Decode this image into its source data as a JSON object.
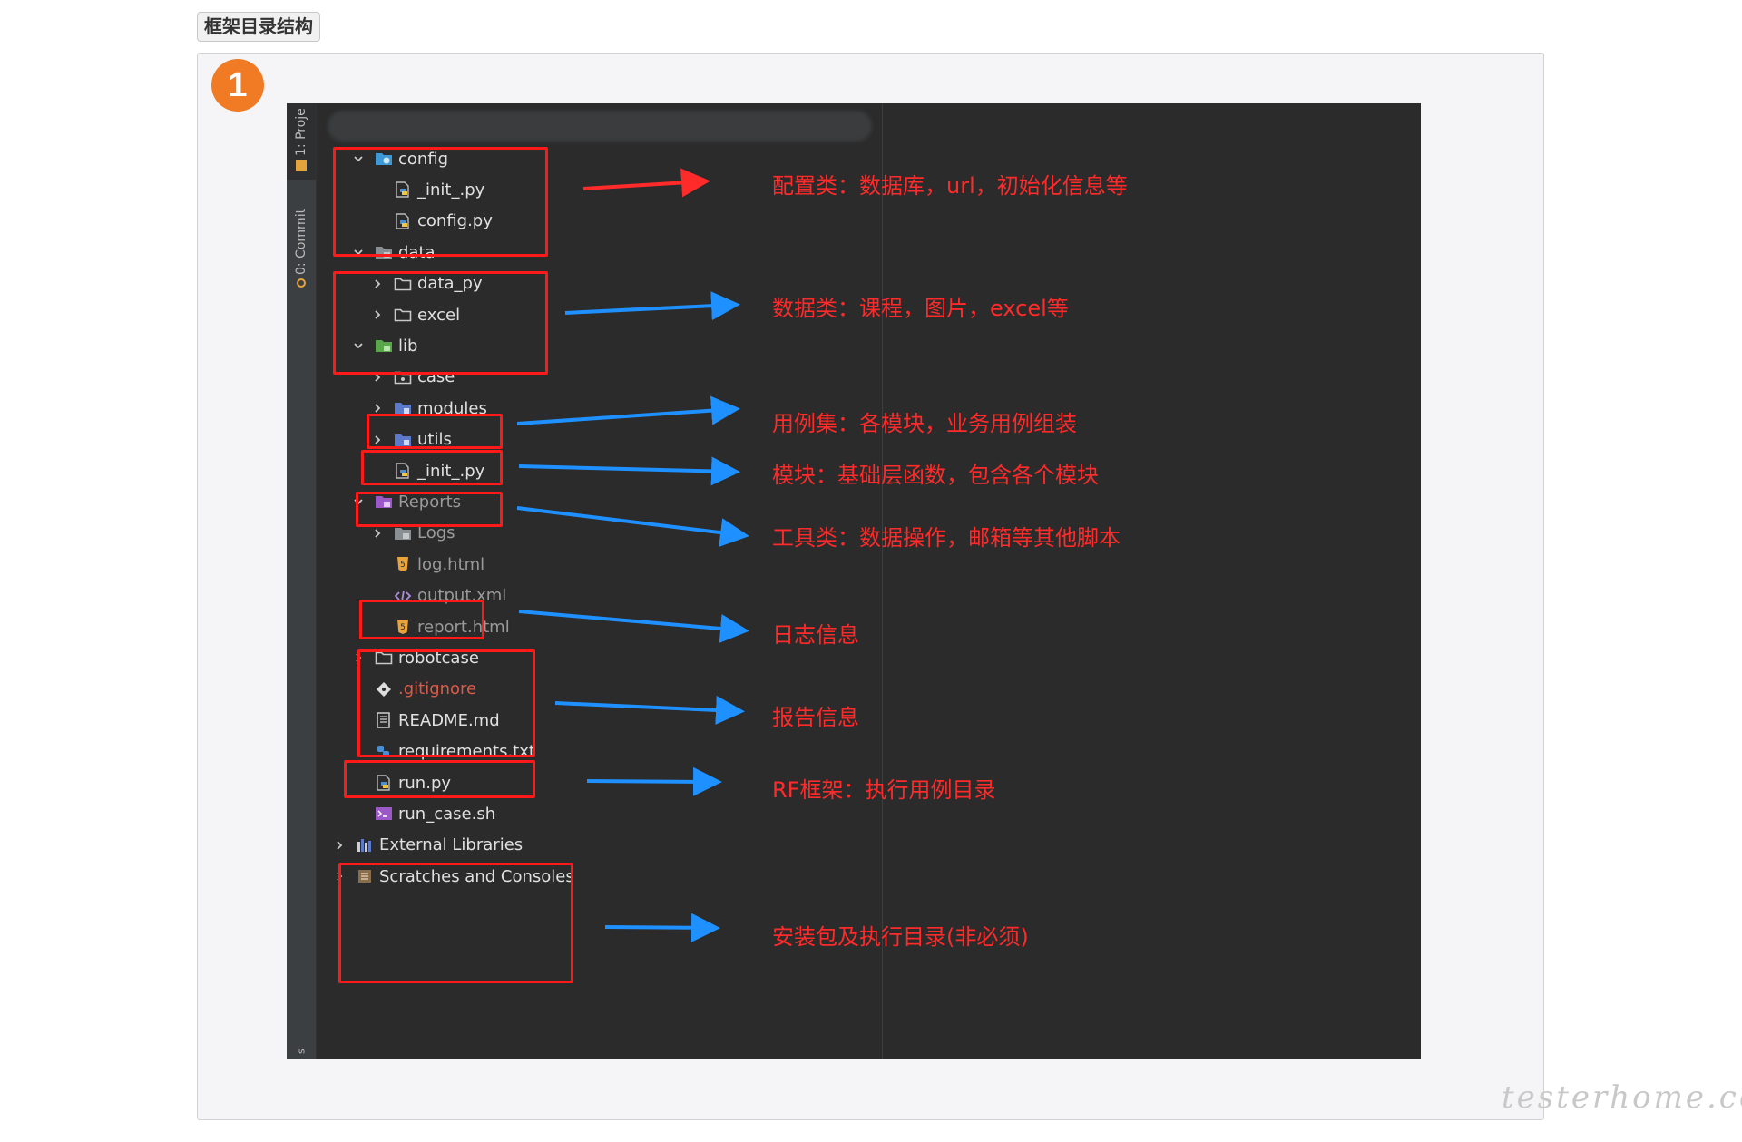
{
  "header": {
    "tag_label": "框架目录结构"
  },
  "badge": {
    "number": "1"
  },
  "ide": {
    "side_tabs": {
      "project": "1: Proje",
      "commit": "0: Commit",
      "bottom": "s"
    },
    "tree": [
      {
        "label": "config",
        "chevron": "down",
        "icon": "folder-config",
        "indent": 0
      },
      {
        "label": "_init_.py",
        "chevron": "none",
        "icon": "python-file",
        "indent": 1
      },
      {
        "label": "config.py",
        "chevron": "none",
        "icon": "python-file",
        "indent": 1
      },
      {
        "label": "data",
        "chevron": "down",
        "icon": "folder-gray",
        "indent": 0
      },
      {
        "label": "data_py",
        "chevron": "right",
        "icon": "folder",
        "indent": 1
      },
      {
        "label": "excel",
        "chevron": "right",
        "icon": "folder",
        "indent": 1
      },
      {
        "label": "lib",
        "chevron": "down",
        "icon": "folder-green",
        "indent": 0
      },
      {
        "label": "case",
        "chevron": "right",
        "icon": "folder-package",
        "indent": 1
      },
      {
        "label": "modules",
        "chevron": "right",
        "icon": "folder-blue",
        "indent": 1
      },
      {
        "label": "utils",
        "chevron": "right",
        "icon": "folder-blue",
        "indent": 1
      },
      {
        "label": "_init_.py",
        "chevron": "none",
        "icon": "python-file",
        "indent": 1
      },
      {
        "label": "Reports",
        "chevron": "down",
        "icon": "folder-purple",
        "indent": 0
      },
      {
        "label": "Logs",
        "chevron": "right",
        "icon": "folder-gray",
        "indent": 1
      },
      {
        "label": "log.html",
        "chevron": "none",
        "icon": "html-file",
        "indent": 1
      },
      {
        "label": "output.xml",
        "chevron": "none",
        "icon": "xml-file",
        "indent": 1
      },
      {
        "label": "report.html",
        "chevron": "none",
        "icon": "html-file",
        "indent": 1
      },
      {
        "label": "robotcase",
        "chevron": "right",
        "icon": "folder",
        "indent": 0
      },
      {
        "label": ".gitignore",
        "chevron": "none",
        "icon": "git-file",
        "indent": 0
      },
      {
        "label": "README.md",
        "chevron": "none",
        "icon": "markdown-file",
        "indent": 0
      },
      {
        "label": "requirements.txt",
        "chevron": "none",
        "icon": "python-requirements-file",
        "indent": 0
      },
      {
        "label": "run.py",
        "chevron": "none",
        "icon": "python-file",
        "indent": 0
      },
      {
        "label": "run_case.sh",
        "chevron": "none",
        "icon": "shell-file",
        "indent": 0
      },
      {
        "label": "External Libraries",
        "chevron": "right",
        "icon": "library",
        "indent": -1
      },
      {
        "label": "Scratches and Consoles",
        "chevron": "right",
        "icon": "scratches",
        "indent": -1
      }
    ]
  },
  "annotations": [
    {
      "text": "配置类：数据库，url，初始化信息等",
      "color": "#ff2a2a",
      "arrow_color": "#ff2a2a"
    },
    {
      "text": "数据类：课程，图片，excel等",
      "color": "#ff2a2a",
      "arrow_color": "#1e90ff"
    },
    {
      "text": "用例集：各模块，业务用例组装",
      "color": "#ff2a2a",
      "arrow_color": "#1e90ff"
    },
    {
      "text": "模块：基础层函数，包含各个模块",
      "color": "#ff2a2a",
      "arrow_color": "#1e90ff"
    },
    {
      "text": "工具类：数据操作，邮箱等其他脚本",
      "color": "#ff2a2a",
      "arrow_color": "#1e90ff"
    },
    {
      "text": "日志信息",
      "color": "#ff2a2a",
      "arrow_color": "#1e90ff"
    },
    {
      "text": "报告信息",
      "color": "#ff2a2a",
      "arrow_color": "#1e90ff"
    },
    {
      "text": "RF框架：执行用例目录",
      "color": "#ff2a2a",
      "arrow_color": "#1e90ff"
    },
    {
      "text": "安装包及执行目录(非必须)",
      "color": "#ff2a2a",
      "arrow_color": "#1e90ff"
    }
  ],
  "watermark": "testerhome.com"
}
